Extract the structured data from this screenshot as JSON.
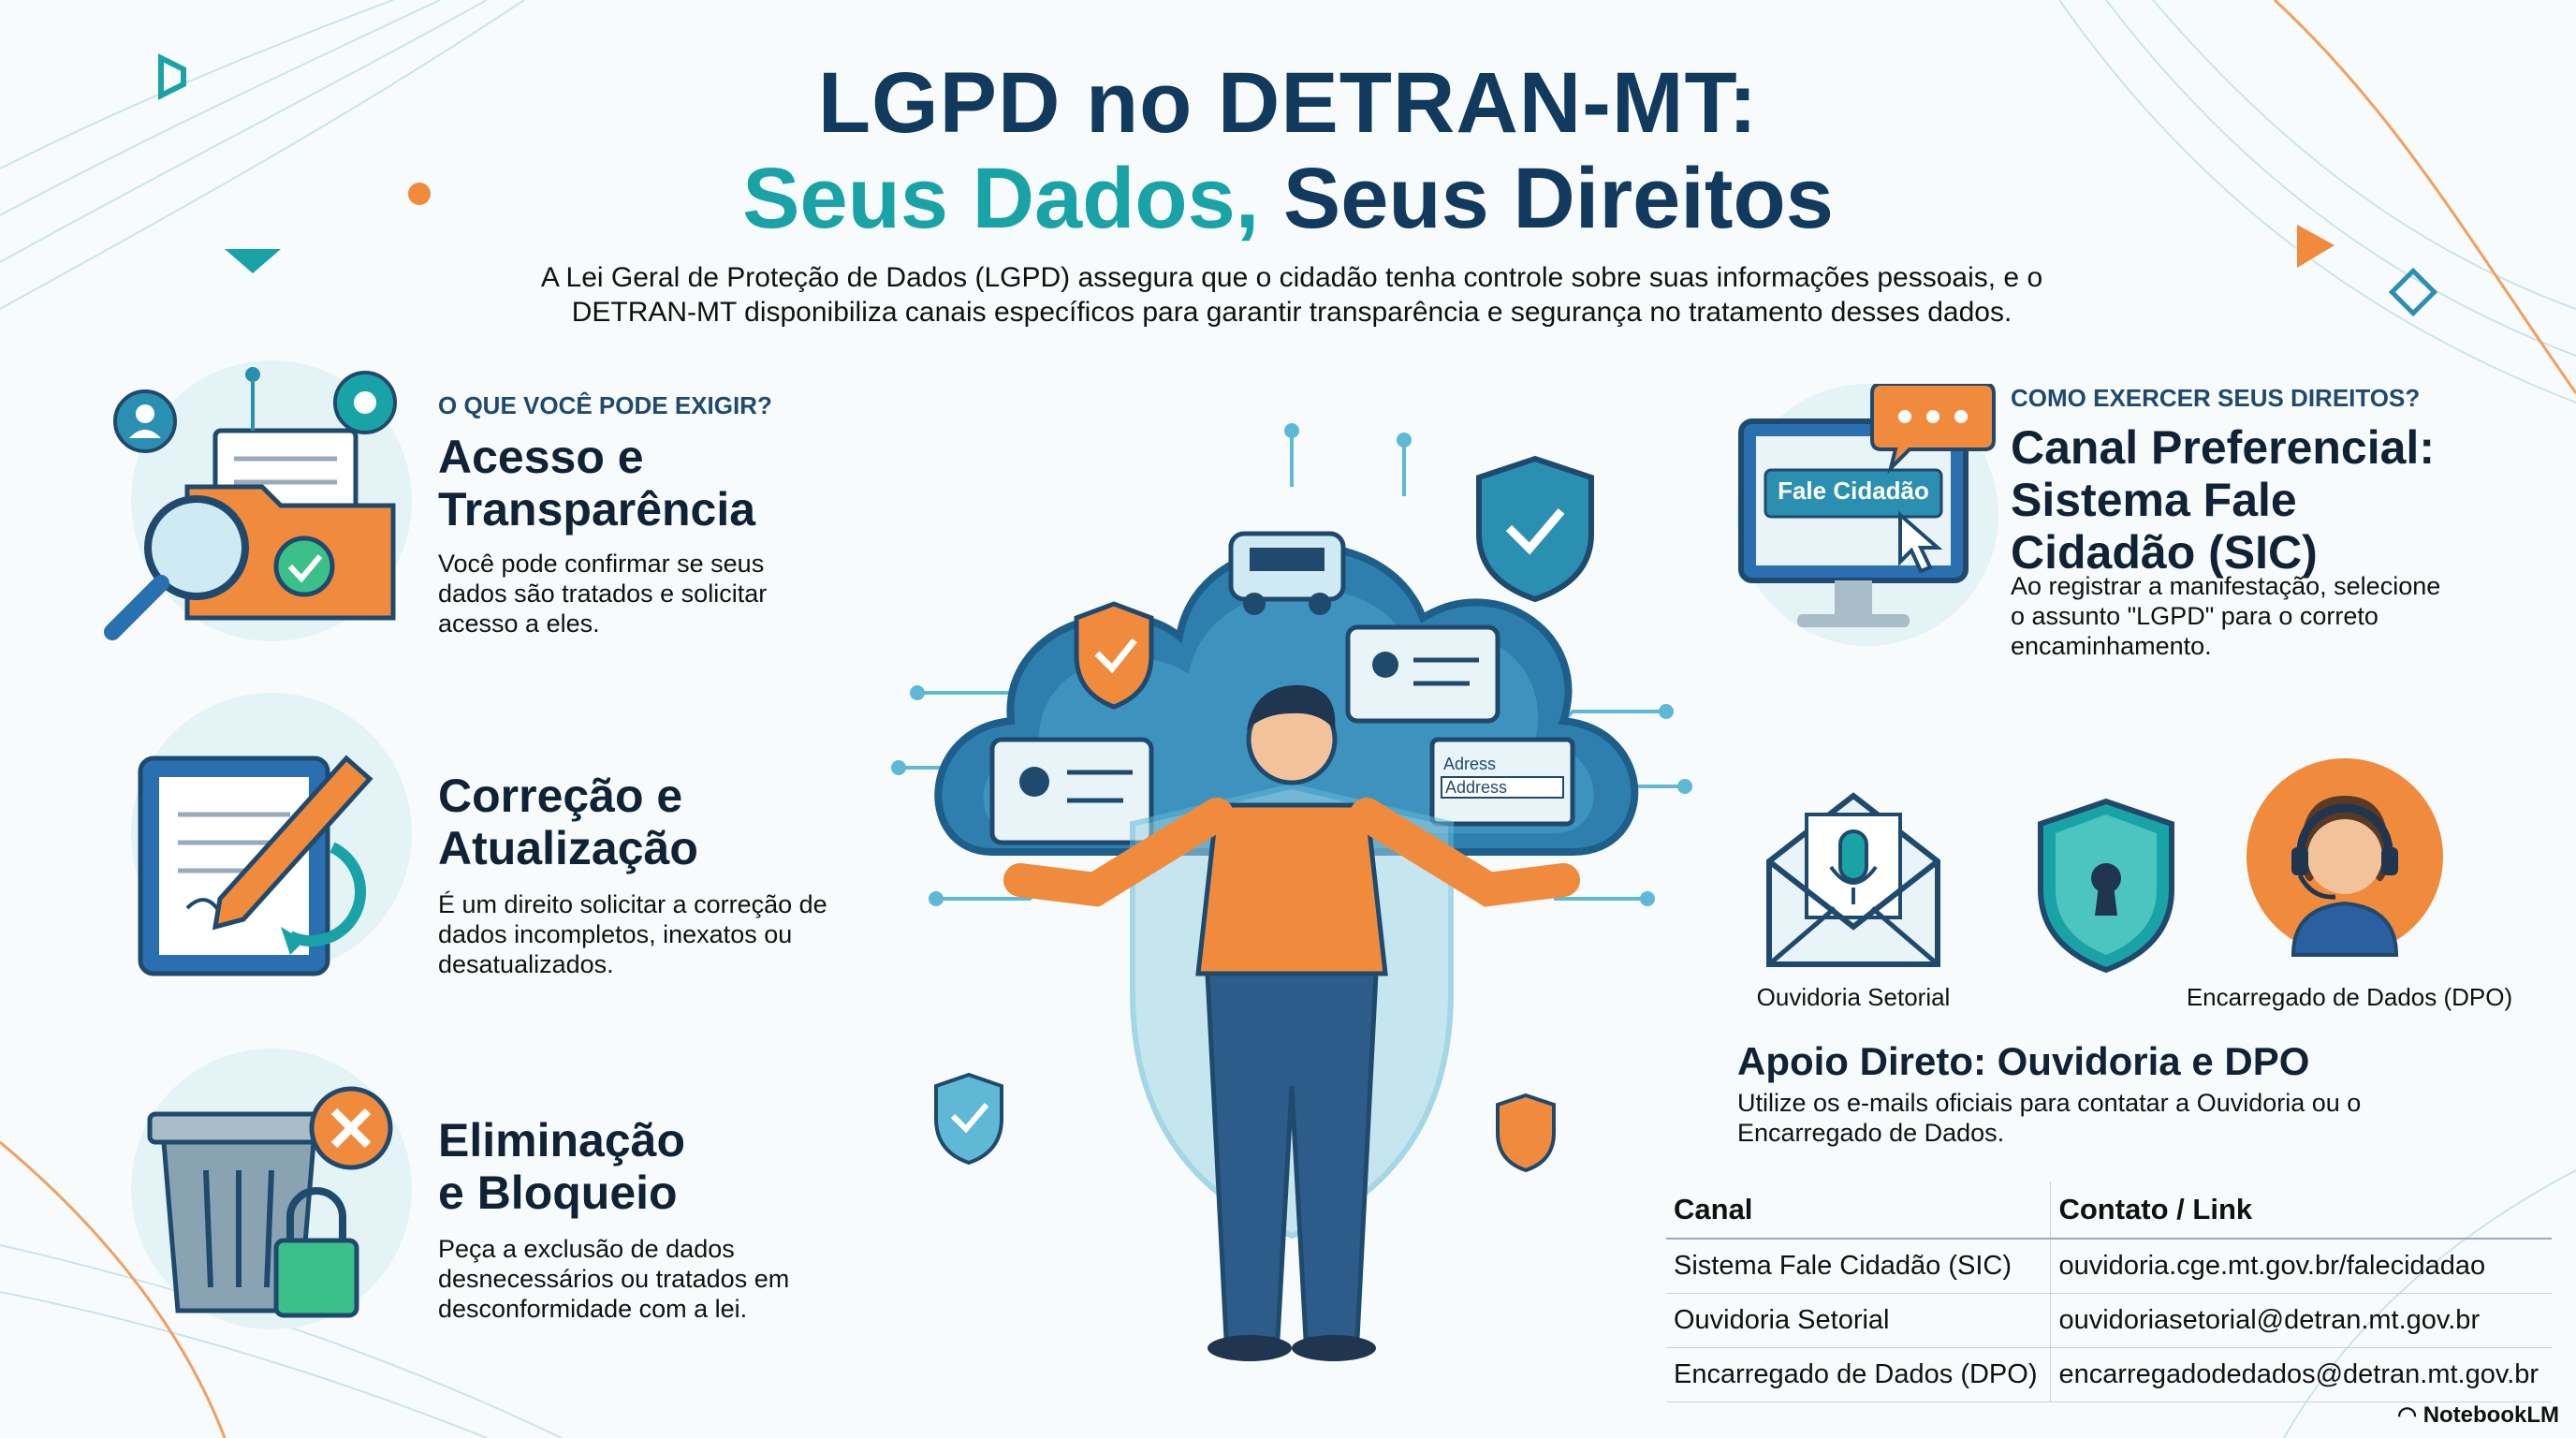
{
  "header": {
    "title_line1": "LGPD no DETRAN-MT:",
    "title_line2_part1": "Seus Dados,",
    "title_line2_part2": " Seus Direitos",
    "intro": "A Lei Geral de Proteção de Dados (LGPD) assegura que o cidadão tenha controle sobre suas informações pessoais, e o DETRAN-MT disponibiliza canais específicos para garantir transparência e segurança no tratamento desses dados."
  },
  "left": {
    "eyebrow": "O QUE VOCÊ PODE EXIGIR?",
    "items": [
      {
        "heading_l1": "Acesso e",
        "heading_l2": "Transparência",
        "body": "Você pode confirmar se seus dados são tratados e solicitar acesso a eles."
      },
      {
        "heading_l1": "Correção e",
        "heading_l2": "Atualização",
        "body": "É um direito solicitar a correção de dados incompletos, inexatos ou desatualizados."
      },
      {
        "heading_l1": "Eliminação",
        "heading_l2": "e Bloqueio",
        "body": "Peça a exclusão de dados desnecessários ou tratados em desconformidade com a lei."
      }
    ]
  },
  "center": {
    "card_label_1": "Adress",
    "card_label_2": "Address"
  },
  "right": {
    "eyebrow": "COMO EXERCER SEUS DIREITOS?",
    "sic_heading_l1": "Canal Preferencial:",
    "sic_heading_l2": "Sistema Fale",
    "sic_heading_l3": "Cidadão (SIC)",
    "sic_body": "Ao registrar a manifestação, selecione o assunto \"LGPD\" para o correto encaminhamento.",
    "monitor_button": "Fale Cidadão",
    "icon_caption_ouvidoria": "Ouvidoria Setorial",
    "icon_caption_dpo": "Encarregado de Dados (DPO)",
    "support_heading": "Apoio Direto: Ouvidoria e DPO",
    "support_body": "Utilize os e-mails oficiais para contatar a Ouvidoria ou o Encarregado de Dados."
  },
  "table": {
    "headers": [
      "Canal",
      "Contato / Link"
    ],
    "rows": [
      [
        "Sistema Fale Cidadão (SIC)",
        "ouvidoria.cge.mt.gov.br/falecidadao"
      ],
      [
        "Ouvidoria Setorial",
        "ouvidoriasetorial@detran.mt.gov.br"
      ],
      [
        "Encarregado de Dados (DPO)",
        "encarregadodedados@detran.mt.gov.br"
      ]
    ]
  },
  "footer": {
    "brand": "NotebookLM"
  },
  "colors": {
    "navy": "#123a5e",
    "teal": "#1aa3a7",
    "orange": "#f08a3c",
    "light_teal_bg": "#e4f3f6"
  }
}
